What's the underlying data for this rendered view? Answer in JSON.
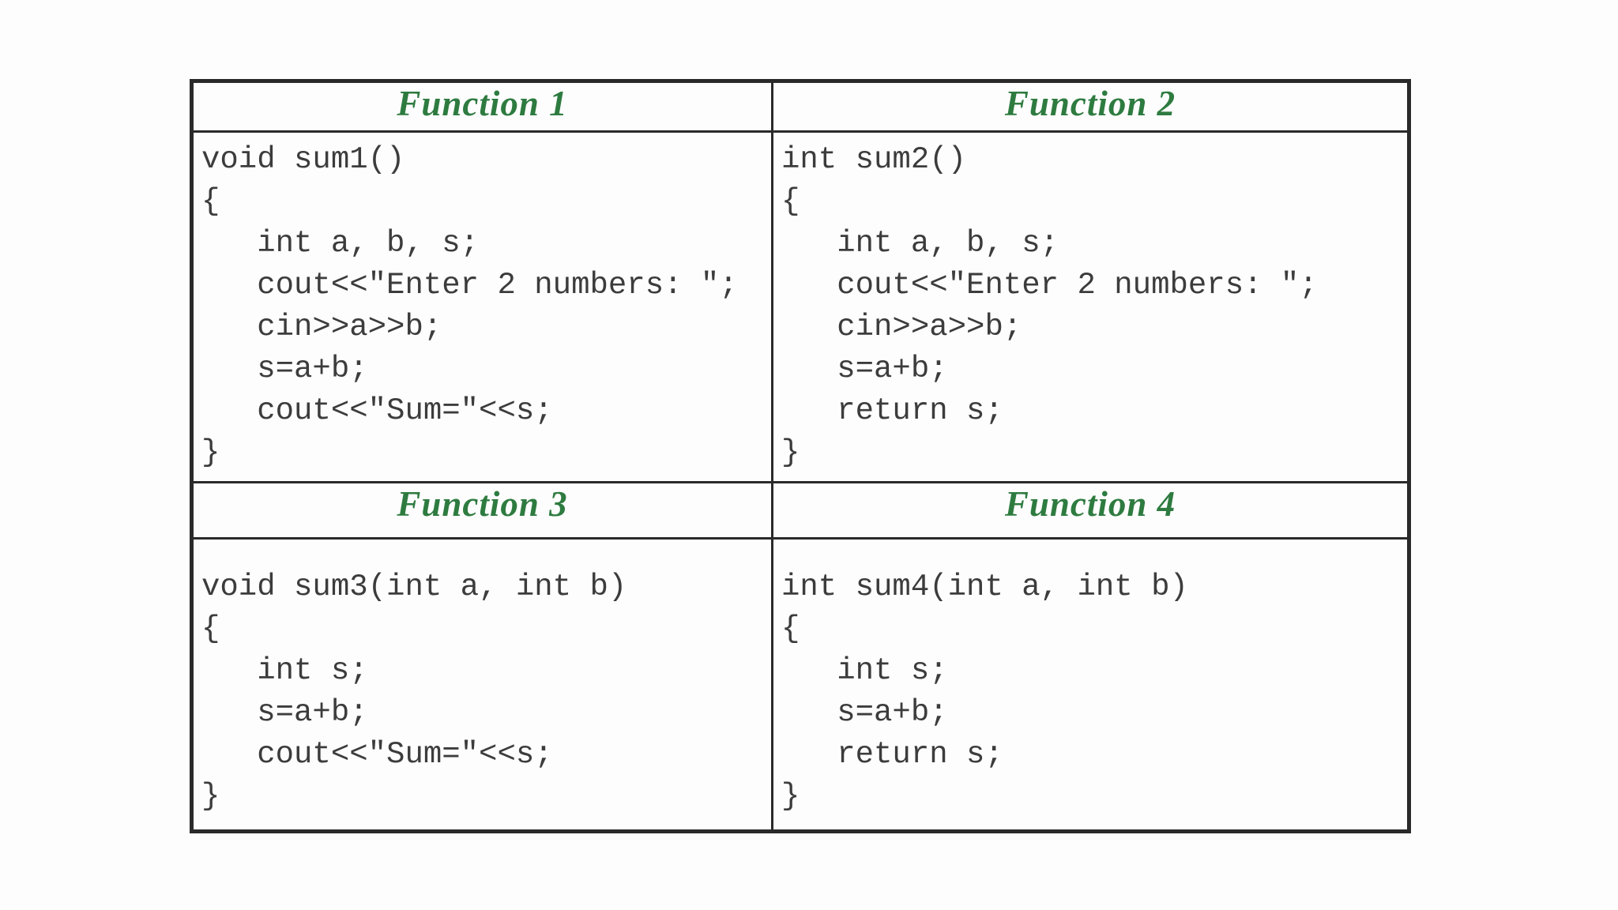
{
  "page": {
    "background_color": "#fdfdfd",
    "header_text_color": "#2e7b40",
    "code_text_color": "#3c3c3c",
    "border_color": "#2a2a2a"
  },
  "table": {
    "cells": [
      {
        "title": "Function 1",
        "code": [
          "void sum1()",
          "{",
          "   int a, b, s;",
          "   cout<<\"Enter 2 numbers: \";",
          "   cin>>a>>b;",
          "   s=a+b;",
          "   cout<<\"Sum=\"<<s;",
          "}"
        ]
      },
      {
        "title": "Function 2",
        "code": [
          "int sum2()",
          "{",
          "   int a, b, s;",
          "   cout<<\"Enter 2 numbers: \";",
          "   cin>>a>>b;",
          "   s=a+b;",
          "   return s;",
          "}"
        ]
      },
      {
        "title": "Function 3",
        "code": [
          "void sum3(int a, int b)",
          "{",
          "   int s;",
          "   s=a+b;",
          "   cout<<\"Sum=\"<<s;",
          "}"
        ]
      },
      {
        "title": "Function 4",
        "code": [
          "int sum4(int a, int b)",
          "{",
          "   int s;",
          "   s=a+b;",
          "   return s;",
          "}"
        ]
      }
    ]
  }
}
